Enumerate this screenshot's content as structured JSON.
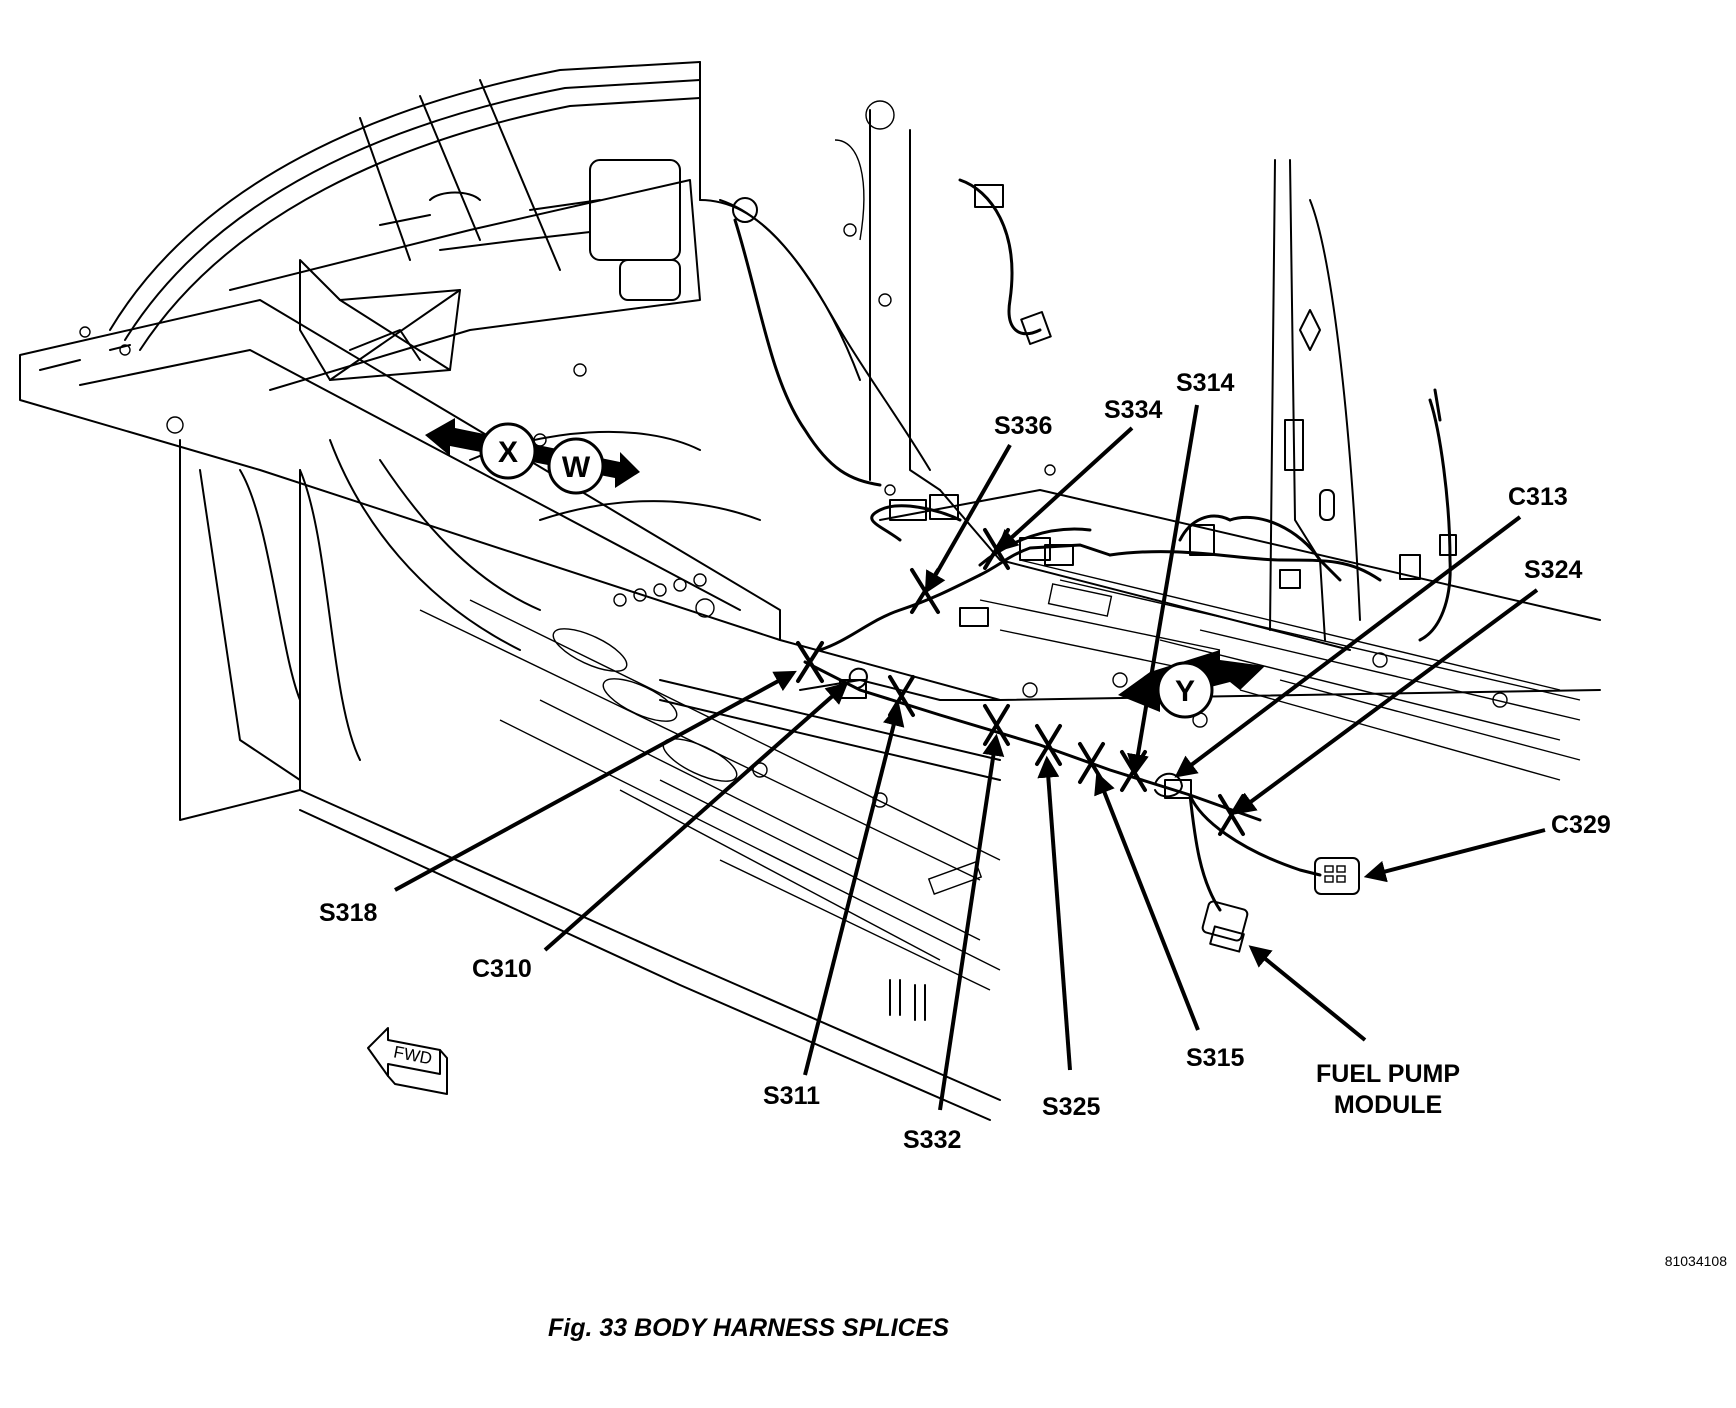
{
  "figure": {
    "caption": "Fig. 33 BODY HARNESS SPLICES",
    "figure_id": "81034108",
    "forward_label": "FWD"
  },
  "views": [
    {
      "id": "x",
      "letter": "X"
    },
    {
      "id": "w",
      "letter": "W"
    },
    {
      "id": "y",
      "letter": "Y"
    }
  ],
  "callouts": [
    {
      "id": "s336",
      "label": "S336"
    },
    {
      "id": "s334",
      "label": "S334"
    },
    {
      "id": "s314",
      "label": "S314"
    },
    {
      "id": "c313",
      "label": "C313"
    },
    {
      "id": "s324",
      "label": "S324"
    },
    {
      "id": "c329",
      "label": "C329"
    },
    {
      "id": "fuel-pump",
      "label_line1": "FUEL PUMP",
      "label_line2": "MODULE"
    },
    {
      "id": "s315",
      "label": "S315"
    },
    {
      "id": "s325",
      "label": "S325"
    },
    {
      "id": "s332",
      "label": "S332"
    },
    {
      "id": "s311",
      "label": "S311"
    },
    {
      "id": "c310",
      "label": "C310"
    },
    {
      "id": "s318",
      "label": "S318"
    }
  ]
}
